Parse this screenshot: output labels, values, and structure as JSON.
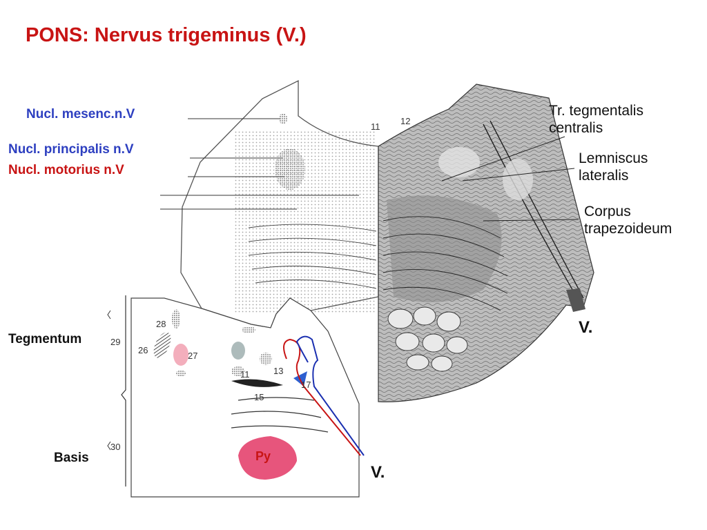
{
  "title": "PONS: Nervus trigeminus (V.)",
  "colors": {
    "title": "#c81414",
    "nucleus_blue": "#2d3fc0",
    "nucleus_red": "#c81414",
    "pyramid": "#e7557c",
    "nerve_red": "#c81414",
    "nerve_blue": "#1a2fb0"
  },
  "left_labels": {
    "mesenc": "Nucl. mesenc.n.V",
    "principalis": "Nucl. principalis n.V",
    "motorius": "Nucl. motorius n.V",
    "tegmentum": "Tegmentum",
    "basis": "Basis"
  },
  "right_labels": {
    "tr_tegmentalis_1": "Tr. tegmentalis",
    "tr_tegmentalis_2": "centralis",
    "lemniscus_1": "Lemniscus",
    "lemniscus_2": "lateralis",
    "corpus_1": "Corpus",
    "corpus_2": "trapezoideum"
  },
  "nerve_labels": {
    "upper": "V.",
    "lower": "V."
  },
  "figure_numbers": {
    "n11_top": "11",
    "n12": "12",
    "n28": "28",
    "n29": "29",
    "n26": "26",
    "n27": "27",
    "n11": "11",
    "n13": "13",
    "n17": "17",
    "n15": "15",
    "n30": "30",
    "py": "Py"
  }
}
